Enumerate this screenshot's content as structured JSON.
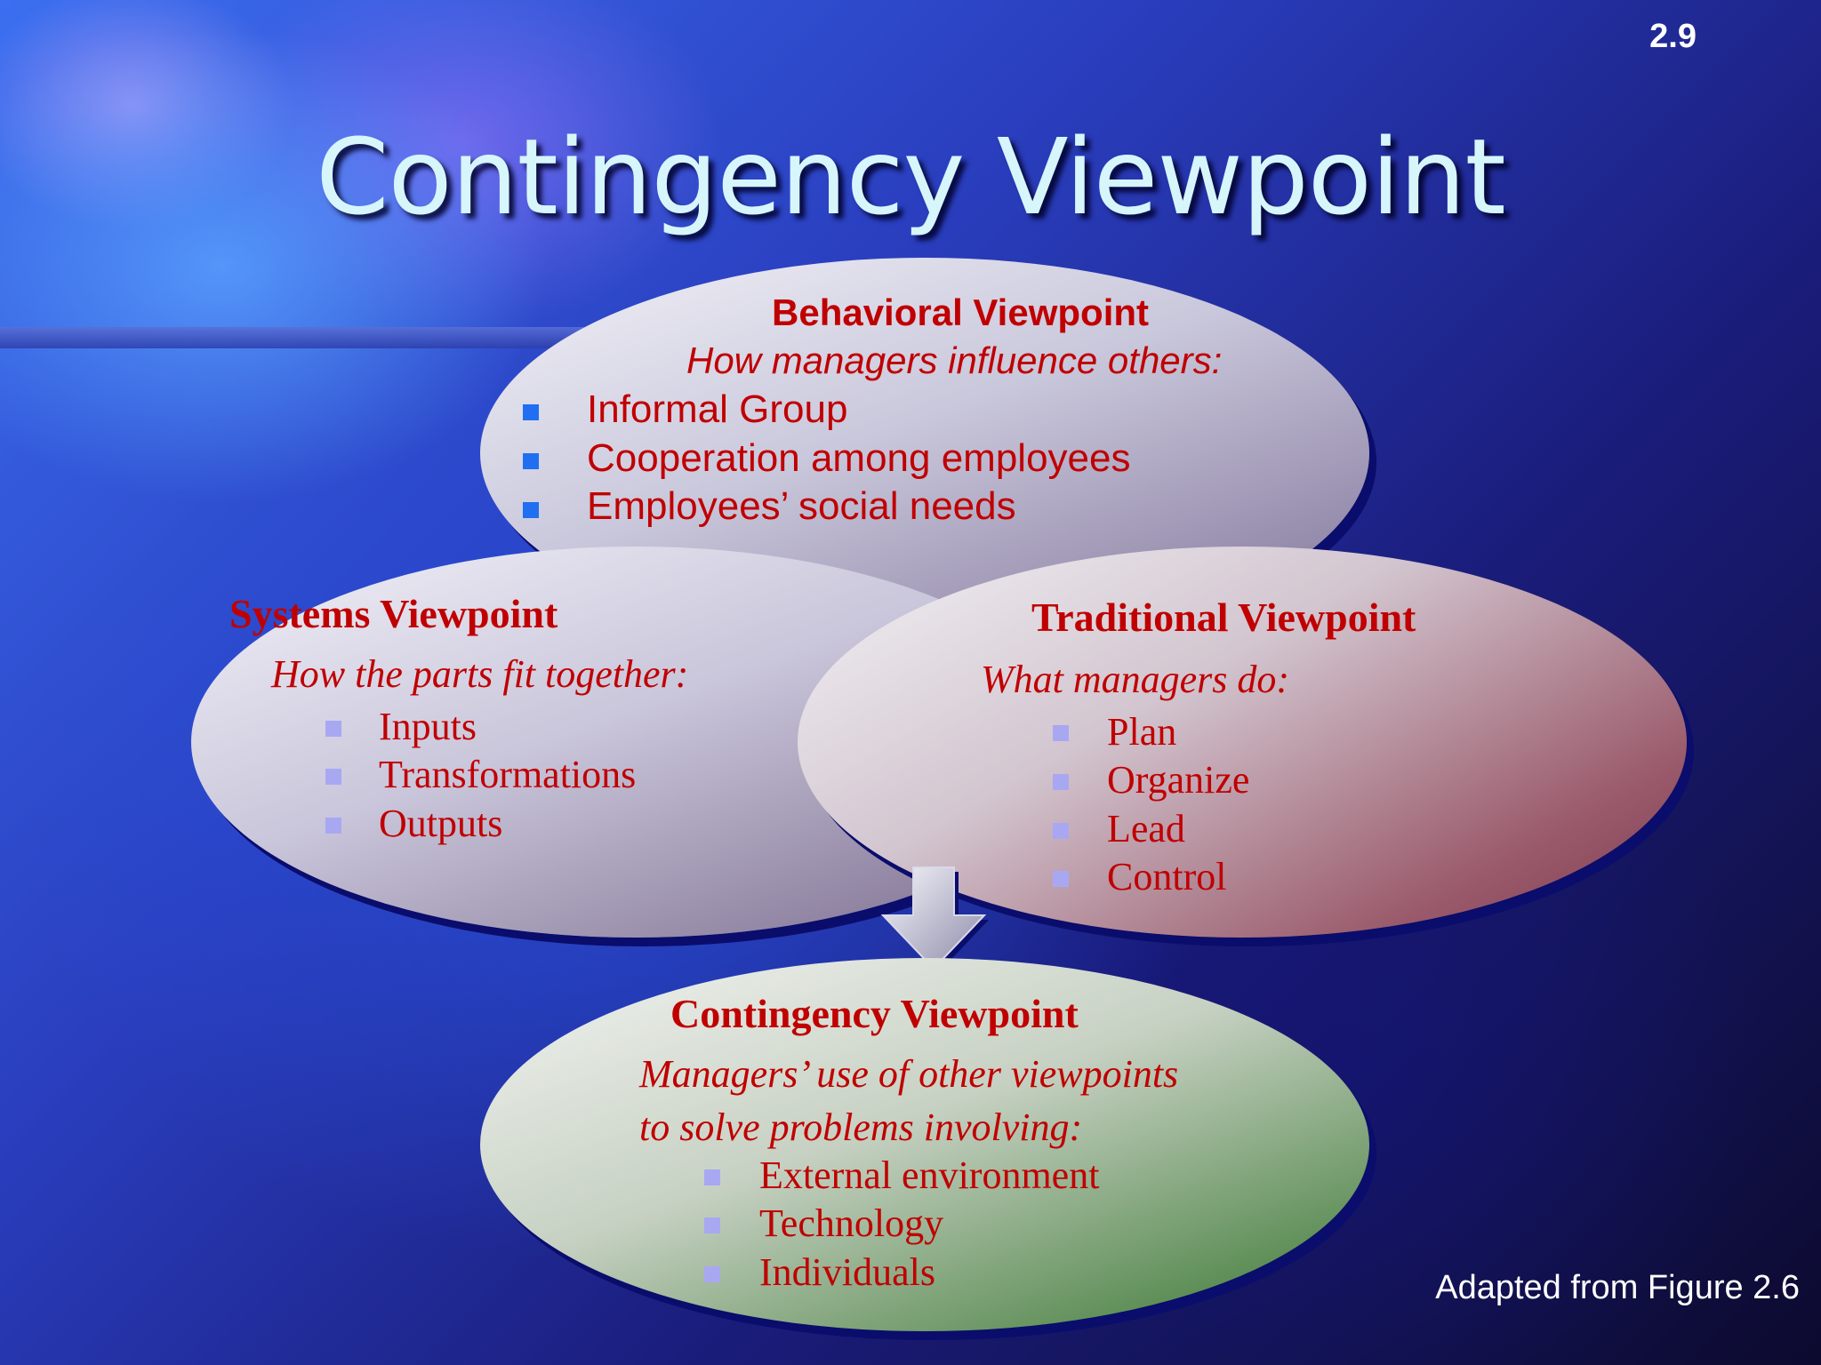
{
  "slide_number": "2.9",
  "title": "Contingency Viewpoint",
  "behavioral": {
    "heading": "Behavioral Viewpoint",
    "subheading": "How managers influence others:",
    "items": [
      "Informal Group",
      "Cooperation among employees",
      "Employees’ social needs"
    ]
  },
  "systems": {
    "heading": "Systems Viewpoint",
    "subheading": "How the parts fit together:",
    "items": [
      "Inputs",
      "Transformations",
      "Outputs"
    ]
  },
  "traditional": {
    "heading": "Traditional Viewpoint",
    "subheading": "What managers do:",
    "items": [
      "Plan",
      "Organize",
      "Lead",
      "Control"
    ]
  },
  "contingency": {
    "heading": "Contingency Viewpoint",
    "subheading_line1": "Managers’ use of other viewpoints",
    "subheading_line2": "to solve problems involving:",
    "items": [
      "External environment",
      "Technology",
      "Individuals"
    ]
  },
  "caption": "Adapted from Figure 2.6",
  "colors": {
    "text_red": "#c00000",
    "title_cyan": "#d6f6fb",
    "bullet_blue": "#1f6ff0",
    "bullet_lavender": "#a8a8f2"
  }
}
